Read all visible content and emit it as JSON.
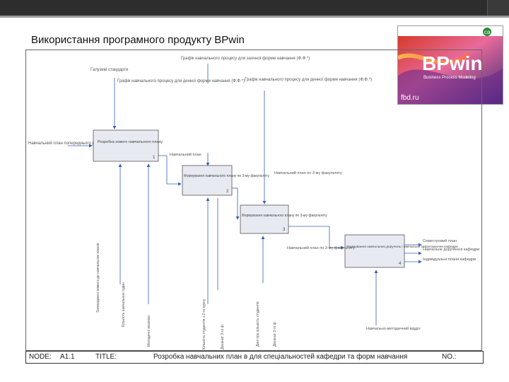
{
  "slide": {
    "title": "Використання програмного продукту BPwin"
  },
  "logo": {
    "brand": "BPwin",
    "tagline": "Business Process Modeling",
    "site": "fbd.ru"
  },
  "diagram": {
    "inputs_top": [
      "Галузеві стандарти",
      "Графік навчального процесу для денної форми навчання (Ф.Ф.*)",
      "Графік навчального процесу для заочної форми навчання (Ф.Ф.*)",
      "Графік навчального процесу для денної форми навчання (Ф.Ф.*)"
    ],
    "left_input": "Навчальний план попереднього року",
    "boxes": [
      {
        "label": "Розробка нового навчального плану",
        "num": "1"
      },
      {
        "label": "Формування навчального плану по 3-му факультету",
        "num": "2"
      },
      {
        "label": "Формування навчального плану по 3-му факультету",
        "num": "3"
      },
      {
        "label": "Формування навчальних доручень і навчальне завантаження кафедри",
        "num": "4"
      }
    ],
    "mid_labels": [
      "Навчальний план",
      "Навчальний план по 3-му факультету",
      "Навчальний план по 3-му факультету"
    ],
    "outputs_right": [
      "Семестровий план",
      "Навчальне доручення кафедри",
      "Індивідуальні плани кафедри"
    ],
    "bottom_labels": [
      "Затверджені вимоги до навчальних планів",
      "Кількість навчальних годин",
      "Методичні вказівки",
      "Кількість студентів з 2-го курсу",
      "Деканат 3-го ф.",
      "Дані про кількість студентів",
      "Деканат 3-го ф.",
      "Навчально-методичний відділ"
    ]
  },
  "footer": {
    "node_label": "NODE:",
    "node_value": "A1.1",
    "title_label": "TITLE:",
    "title_value": "Розробка навчальних план в для спеціальностей кафедри та форм навчання",
    "no_label": "NO.:"
  },
  "colors": {
    "box_fill": "#e8eaf2",
    "box_stroke": "#555555",
    "arrow": "#3a5fb0",
    "topbar": "#2d2d2d"
  }
}
